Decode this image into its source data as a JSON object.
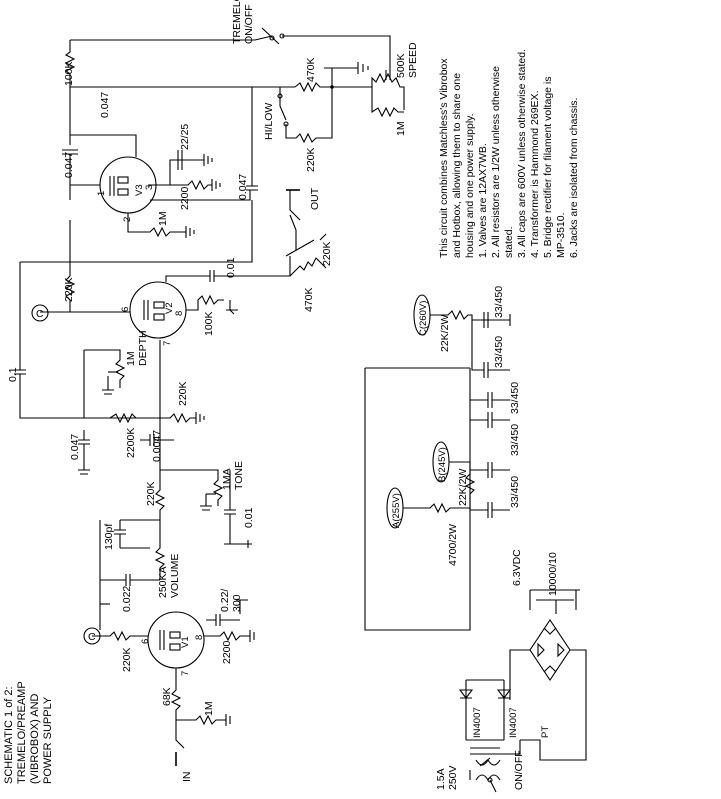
{
  "title": [
    "SCHEMATIC 1 of 2:",
    "TREMELO/PREAMP",
    "(VIBROBOX) AND",
    "POWER SUPPLY"
  ],
  "notes": [
    "This circuit combines Matchless's Vibrobox",
    "and Hotbox, allowing them to share one",
    "housing and one power supply.",
    "1. Valves are 12AX7WB.",
    "2. All resistors are 1/2W unless otherwise",
    "stated.",
    "3. All caps are 600V unless otherwise stated.",
    "4. Transformer is Hammond 269EX.",
    "5. Bridge rectifier for filament voltage is",
    "MP-3510.",
    "6. Jacks are isolated from chassis."
  ],
  "labels": {
    "tremelo_switch": [
      "TREMELO",
      "ON/OFF"
    ],
    "r100k_top": "100K",
    "c047_a": "0.047",
    "r470k_top": "470K",
    "speed_pot": [
      "500K",
      "SPEED"
    ],
    "r1m_speed": "1M",
    "hilow": "HI/LOW",
    "r220k_hilow": "220K",
    "c047_b": "0.047",
    "c22_25": "22/25",
    "r2200_v3": "2200",
    "r1m_v3": "1M",
    "c047_c": "0.047",
    "v3": "V3",
    "out": "OUT",
    "r220k_out": "220K",
    "r470k_out": "470K",
    "c001_a": "0.01",
    "r100k_v2": "100K",
    "v2": "V2",
    "r220k_v2": "220K",
    "c_node": "C",
    "c01": "0.1",
    "depth": [
      "1M",
      "DEPTH"
    ],
    "r220k_mid": "220K",
    "c047_d": "0.047",
    "r2200k": "2200K",
    "c0047": "0.0047",
    "tone": [
      "1MA",
      "TONE"
    ],
    "r220k_tone": "220K",
    "c001_b": "0.01",
    "c130pf": "130pf",
    "volume": [
      "250KA",
      "VOLUME"
    ],
    "c022": "0.022",
    "c22_300": [
      "0.22/",
      "300"
    ],
    "r2200_v1": "2200",
    "r220k_v1": "220K",
    "v1": "V1",
    "r68k": "68K",
    "r1m_in": "1M",
    "in": "IN",
    "cap33_a": "33/450",
    "cap33_b": "33/450",
    "cap33_c": "33/450",
    "cap33_d": "33/450",
    "cap33_e": "33/450",
    "r22k_a": "22K/2W",
    "r22k_b": "22K/2W",
    "r4700": "4700/2W",
    "node_c": "C(260V)",
    "node_b": "B(245V)",
    "node_a": "A(255V)",
    "v63": "6.3VDC",
    "c10000": "10000/10",
    "d1": "IN4007",
    "d2": "IN4007",
    "pt": "PT",
    "fuse": [
      "1.5A",
      "250V"
    ],
    "onoff": "ON/OFF",
    "pin6": "6",
    "pin7": "7",
    "pin8": "8",
    "pin1": "1",
    "pin2": "2",
    "pin3": "3"
  }
}
